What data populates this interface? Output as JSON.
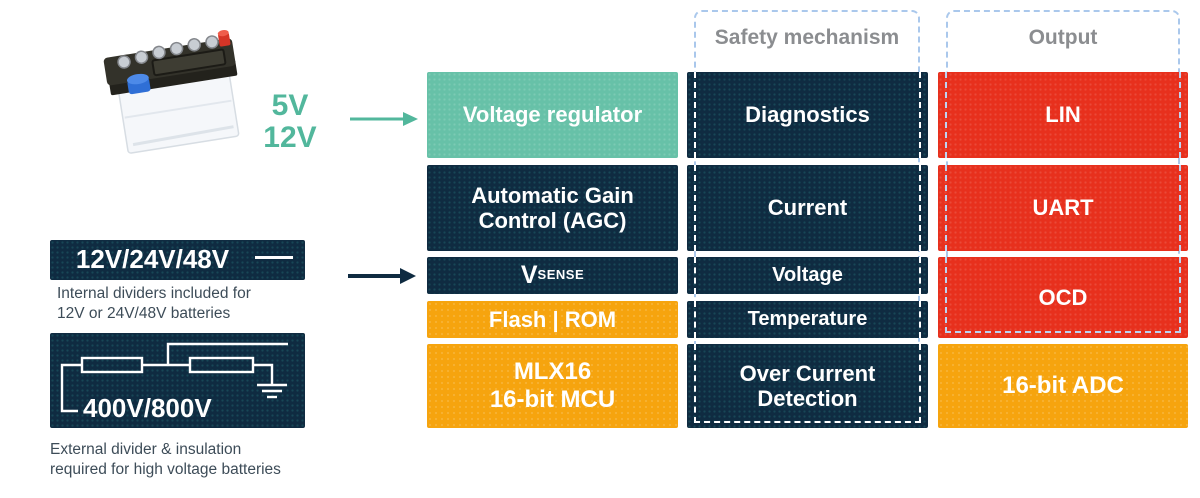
{
  "colors": {
    "navy": "#0f2b41",
    "teal_box": "#67c1a8",
    "teal_accent": "#52b79c",
    "orange": "#f6a40e",
    "red": "#e7301d",
    "dash_blue": "#aac8ec",
    "header_gray": "#8b8d90",
    "caption_gray": "#3d4c58"
  },
  "left": {
    "supply": {
      "line1": "5V",
      "line2": "12V"
    },
    "lv_box_label": "12V/24V/48V",
    "lv_caption": {
      "line1": "Internal dividers included for",
      "line2": "12V or 24V/48V batteries"
    },
    "hv_box_label": "400V/800V",
    "hv_caption": {
      "line1": "External divider & insulation",
      "line2": "required for high voltage batteries"
    }
  },
  "icons": {
    "battery": "car-battery-photo",
    "teal_arrow": "right-arrow",
    "navy_arrow": "right-arrow",
    "divider_schematic": "resistor-divider-with-ground"
  },
  "process": {
    "voltage_regulator": "Voltage regulator",
    "agc": {
      "line1": "Automatic Gain",
      "line2": "Control (AGC)"
    },
    "vsense": {
      "main": "V",
      "sub": "SENSE"
    },
    "flash_rom": "Flash | ROM",
    "mcu": {
      "line1": "MLX16",
      "line2": "16-bit MCU"
    }
  },
  "safety": {
    "header": "Safety mechanism",
    "diagnostics": "Diagnostics",
    "current": "Current",
    "voltage": "Voltage",
    "temperature": "Temperature",
    "ocd": {
      "line1": "Over Current",
      "line2": "Detection"
    }
  },
  "output": {
    "header": "Output",
    "lin": "LIN",
    "uart": "UART",
    "ocd": "OCD",
    "adc": "16-bit ADC"
  }
}
